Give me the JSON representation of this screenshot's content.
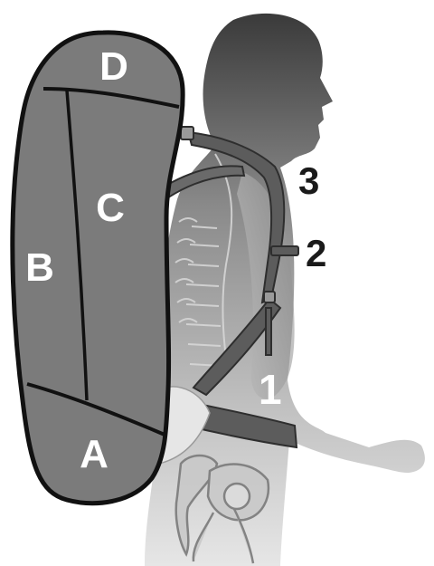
{
  "colors": {
    "background": "#ffffff",
    "pack_fill": "#7b7b7b",
    "pack_outline": "#111111",
    "zone_label": "#ffffff",
    "strap": "#5c5c5c",
    "strap_label": "#1a1a1a"
  },
  "icons": [
    "hiker-silhouette",
    "spine-skeleton",
    "pelvis-skeleton",
    "backpack"
  ],
  "pack_zones": {
    "a": "A",
    "b": "B",
    "c": "C",
    "d": "D"
  },
  "straps": {
    "hip_belt": "1",
    "load_lifter": "2",
    "shoulder_strap": "3"
  }
}
